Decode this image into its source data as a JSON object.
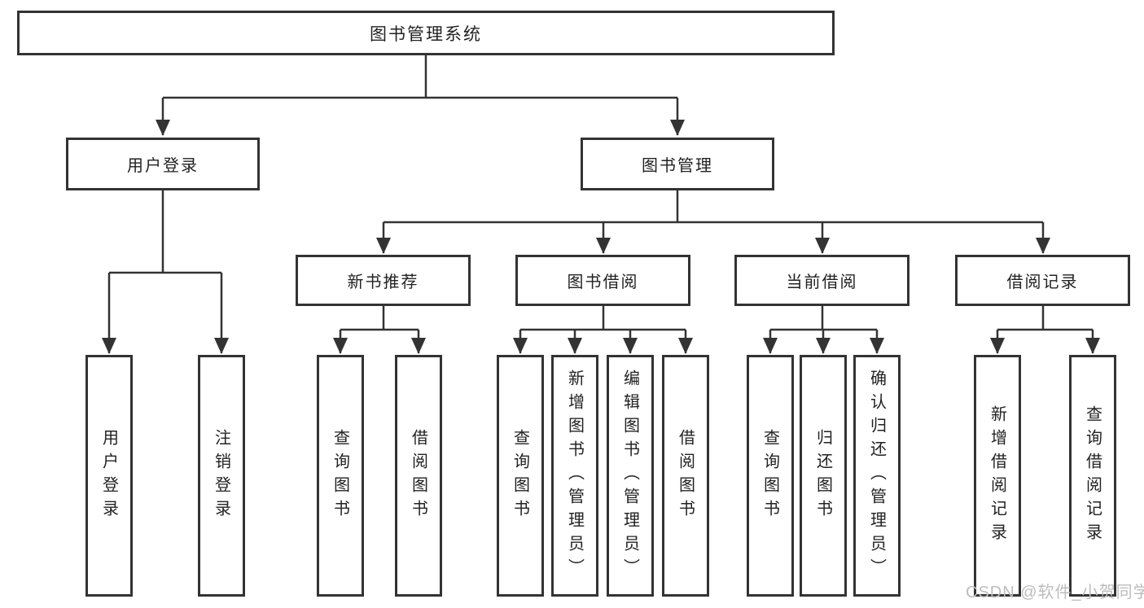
{
  "diagram": {
    "root": {
      "label": "图书管理系统"
    },
    "branches": [
      {
        "label": "用户登录",
        "children": [
          {
            "label": "用户登录"
          },
          {
            "label": "注销登录"
          }
        ]
      },
      {
        "label": "图书管理",
        "children": [
          {
            "label": "新书推荐",
            "children": [
              {
                "label": "查询图书"
              },
              {
                "label": "借阅图书"
              }
            ]
          },
          {
            "label": "图书借阅",
            "children": [
              {
                "label": "查询图书"
              },
              {
                "label": "新增图书（管理员）"
              },
              {
                "label": "编辑图书（管理员）"
              },
              {
                "label": "借阅图书"
              }
            ]
          },
          {
            "label": "当前借阅",
            "children": [
              {
                "label": "查询图书"
              },
              {
                "label": "归还图书"
              },
              {
                "label": "确认归还（管理员）"
              }
            ]
          },
          {
            "label": "借阅记录",
            "children": [
              {
                "label": "新增借阅记录"
              },
              {
                "label": "查询借阅记录"
              }
            ]
          }
        ]
      }
    ]
  },
  "watermark": "CSDN @软件_小贺同学",
  "colors": {
    "line": "#333333",
    "border": "#333333",
    "fill": "#ffffff",
    "text": "#222222",
    "watermark": "#bdbdbd"
  }
}
